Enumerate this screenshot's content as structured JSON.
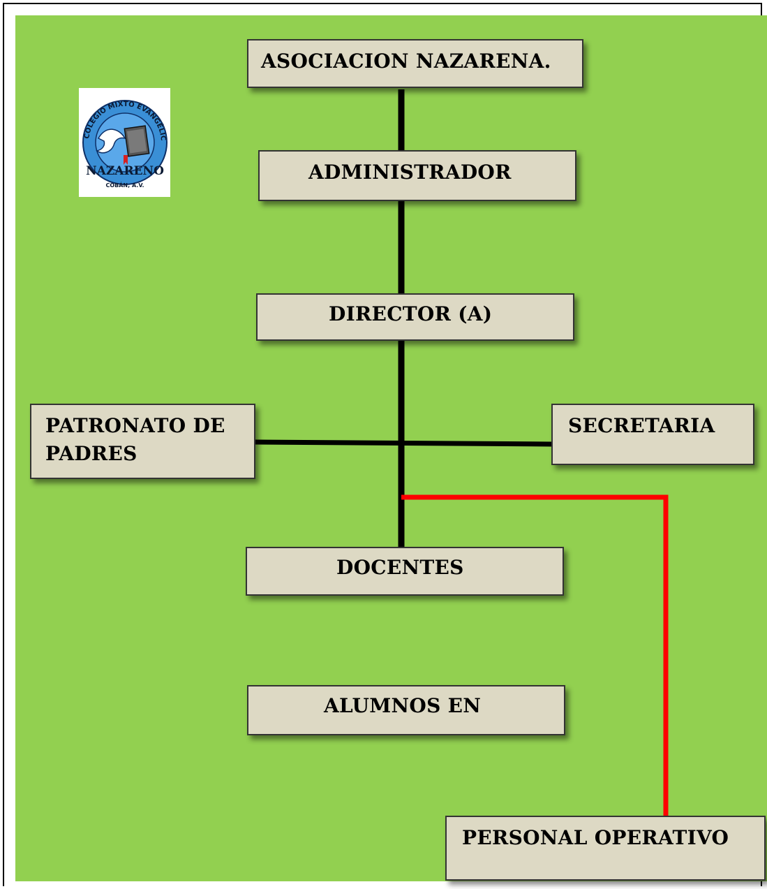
{
  "diagram": {
    "nodes": {
      "asociacion": "ASOCIACION NAZARENA.",
      "administrador": "ADMINISTRADOR",
      "director": "DIRECTOR (A)",
      "patronato": "PATRONATO DE\nPADRES",
      "secretaria": "SECRETARIA",
      "docentes": "DOCENTES",
      "alumnos": "ALUMNOS EN",
      "personal": "PERSONAL OPERATIVO"
    },
    "logo": {
      "ring_text": "COLEGIO MIXTO EVANGÉLICO",
      "name": "NAZARENO",
      "place": "COBÁN, A.V."
    },
    "colors": {
      "background": "#92d050",
      "box_fill": "#ddd9c4",
      "connector": "#000000",
      "highlight_connector": "#ff0000",
      "logo_blue": "#3a8fd6"
    }
  }
}
